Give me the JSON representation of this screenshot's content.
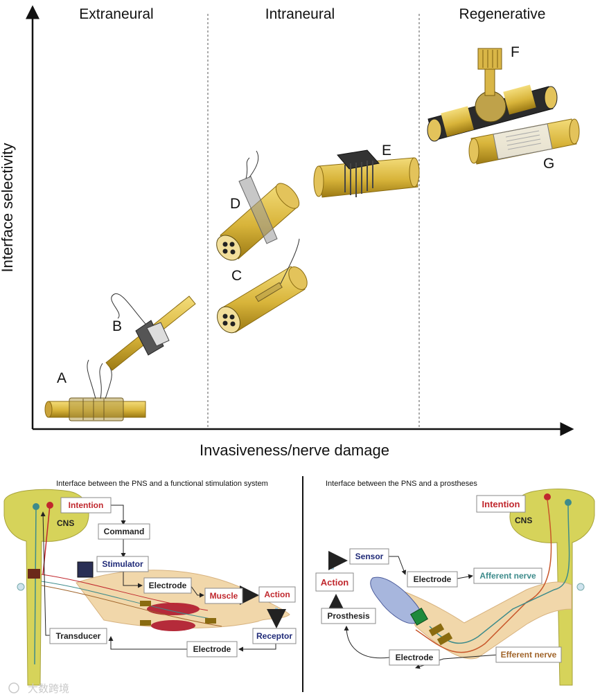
{
  "top_panel": {
    "sections": [
      "Extraneural",
      "Intraneural",
      "Regenerative"
    ],
    "x_axis_label": "Invasiveness/nerve damage",
    "y_axis_label": "Interface selectivity",
    "electrode_labels": [
      "A",
      "B",
      "C",
      "D",
      "E",
      "F",
      "G"
    ]
  },
  "bottom_left": {
    "title": "Interface between the PNS and a functional stimulation system",
    "cns_label": "CNS",
    "boxes": {
      "intention": "Intention",
      "command": "Command",
      "stimulator": "Stimulator",
      "electrode_top": "Electrode",
      "muscle": "Muscle",
      "action": "Action",
      "receptor": "Receptor",
      "electrode_bottom": "Electrode",
      "transducer": "Transducer"
    }
  },
  "bottom_right": {
    "title": "Interface between the PNS and a prostheses",
    "cns_label": "CNS",
    "boxes": {
      "intention": "Intention",
      "sensor": "Sensor",
      "action": "Action",
      "electrode_top": "Electrode",
      "afferent": "Afferent nerve",
      "prosthesis": "Prosthesis",
      "electrode_bottom": "Electrode",
      "efferent": "Efferent nerve"
    }
  },
  "watermark": "大数跨境",
  "colors": {
    "nerve_gold": "#d8b43a",
    "nerve_dark": "#9c7a14",
    "cns_yellow": "#d6d35a",
    "skin": "#f1d7aa",
    "red_text": "#c0272d",
    "navy_text": "#1f2a78",
    "teal_text": "#3d8b8b",
    "brown_text": "#a0642a"
  }
}
